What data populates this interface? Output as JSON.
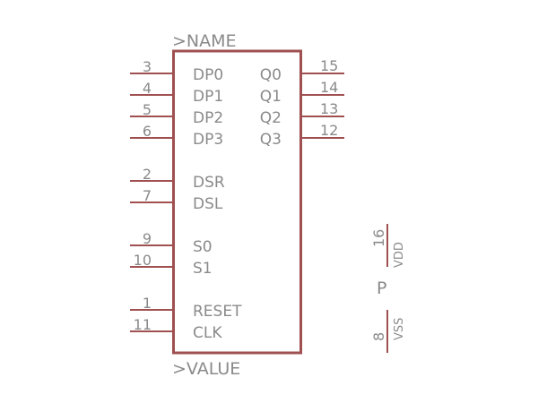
{
  "symbol": {
    "name_label": ">NAME",
    "value_label": ">VALUE",
    "power_label": "P"
  },
  "left_pins": [
    {
      "num": "3",
      "label": "DP0"
    },
    {
      "num": "4",
      "label": "DP1"
    },
    {
      "num": "5",
      "label": "DP2"
    },
    {
      "num": "6",
      "label": "DP3"
    },
    {
      "num": "2",
      "label": "DSR"
    },
    {
      "num": "7",
      "label": "DSL"
    },
    {
      "num": "9",
      "label": "S0"
    },
    {
      "num": "10",
      "label": "S1"
    },
    {
      "num": "1",
      "label": "RESET"
    },
    {
      "num": "11",
      "label": "CLK"
    }
  ],
  "right_pins": [
    {
      "num": "15",
      "label": "Q0"
    },
    {
      "num": "14",
      "label": "Q1"
    },
    {
      "num": "13",
      "label": "Q2"
    },
    {
      "num": "12",
      "label": "Q3"
    }
  ],
  "power_pins": [
    {
      "num": "16",
      "label": "VDD"
    },
    {
      "num": "8",
      "label": "VSS"
    }
  ],
  "colors": {
    "outline": "#a05050",
    "text": "#8a8a8a"
  }
}
